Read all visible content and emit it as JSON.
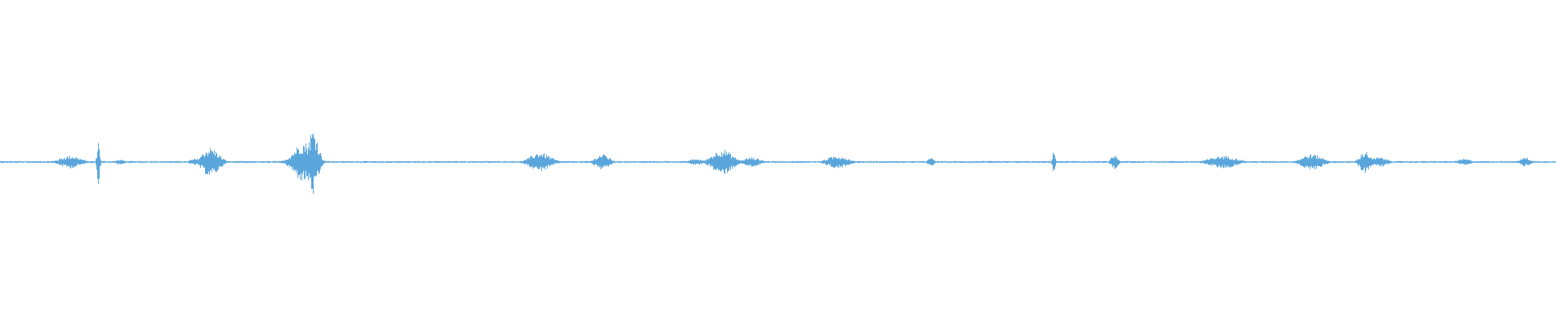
{
  "waveform": {
    "color": "#5aa6dc",
    "background": "#ffffff",
    "duration_fraction_bursts": [
      {
        "at": 0.045,
        "spread": 0.006,
        "peak": 0.08
      },
      {
        "at": 0.063,
        "spread": 0.0008,
        "peak": 0.28
      },
      {
        "at": 0.077,
        "spread": 0.003,
        "peak": 0.03
      },
      {
        "at": 0.125,
        "spread": 0.003,
        "peak": 0.04
      },
      {
        "at": 0.135,
        "spread": 0.005,
        "peak": 0.18
      },
      {
        "at": 0.195,
        "spread": 0.006,
        "peak": 0.25
      },
      {
        "at": 0.201,
        "spread": 0.003,
        "peak": 0.42
      },
      {
        "at": 0.347,
        "spread": 0.006,
        "peak": 0.12
      },
      {
        "at": 0.387,
        "spread": 0.004,
        "peak": 0.1
      },
      {
        "at": 0.447,
        "spread": 0.004,
        "peak": 0.04
      },
      {
        "at": 0.464,
        "spread": 0.006,
        "peak": 0.16
      },
      {
        "at": 0.483,
        "spread": 0.005,
        "peak": 0.06
      },
      {
        "at": 0.538,
        "spread": 0.006,
        "peak": 0.08
      },
      {
        "at": 0.598,
        "spread": 0.002,
        "peak": 0.05
      },
      {
        "at": 0.677,
        "spread": 0.0008,
        "peak": 0.16
      },
      {
        "at": 0.716,
        "spread": 0.002,
        "peak": 0.09
      },
      {
        "at": 0.786,
        "spread": 0.008,
        "peak": 0.08
      },
      {
        "at": 0.843,
        "spread": 0.006,
        "peak": 0.1
      },
      {
        "at": 0.877,
        "spread": 0.003,
        "peak": 0.14
      },
      {
        "at": 0.886,
        "spread": 0.005,
        "peak": 0.06
      },
      {
        "at": 0.941,
        "spread": 0.004,
        "peak": 0.04
      },
      {
        "at": 0.98,
        "spread": 0.003,
        "peak": 0.06
      }
    ],
    "noise_floor": 0.012,
    "max_amplitude": 1.0
  }
}
